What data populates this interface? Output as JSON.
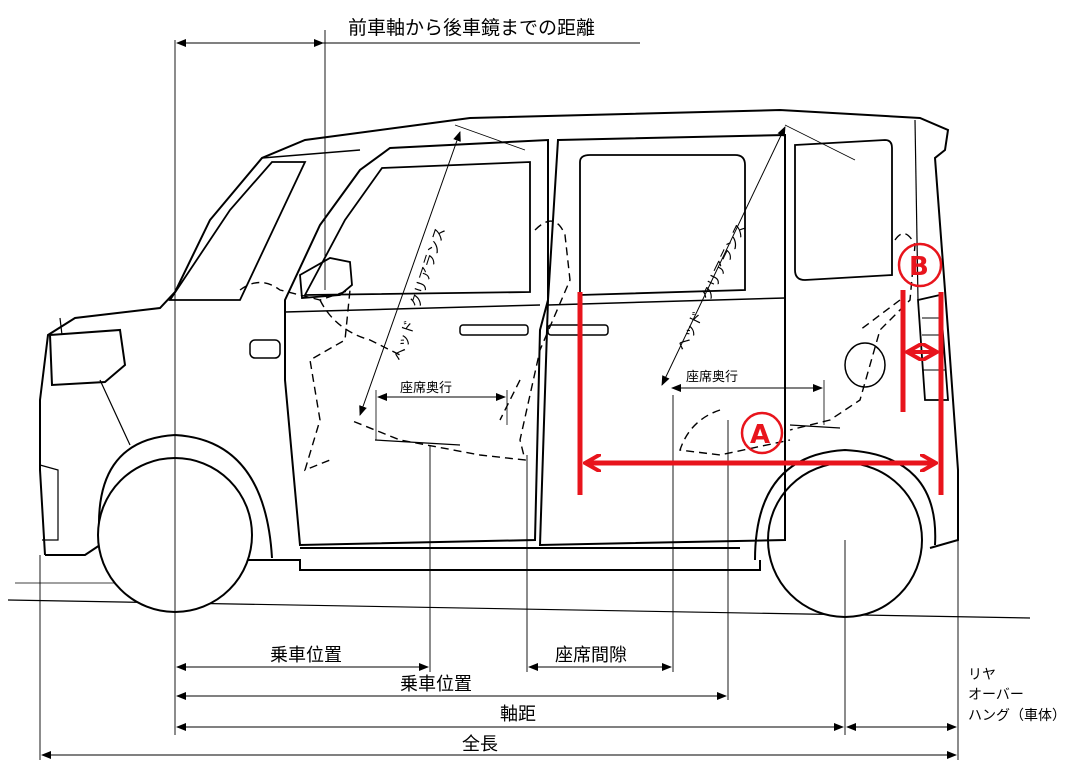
{
  "labels": {
    "front_axle_to_rear_mirror": "前車軸から後車鏡までの距離",
    "head_clearance_front": "ヘッド　クリアランス",
    "head_clearance_rear": "ヘッド　クリアランス",
    "seat_depth_front": "座席奥行",
    "seat_depth_rear": "座席奥行",
    "boarding_position_1": "乗車位置",
    "boarding_position_2": "乗車位置",
    "seat_gap": "座席間隙",
    "wheelbase": "軸距",
    "overall_length": "全長",
    "rear_overhang_line1": "リヤ",
    "rear_overhang_line2": "オーバー",
    "rear_overhang_line3": "ハング（車体）"
  },
  "annotations": {
    "marker_a": "A",
    "marker_b": "B",
    "color": "#e8141c"
  },
  "colors": {
    "line": "#000000",
    "background": "#ffffff"
  }
}
